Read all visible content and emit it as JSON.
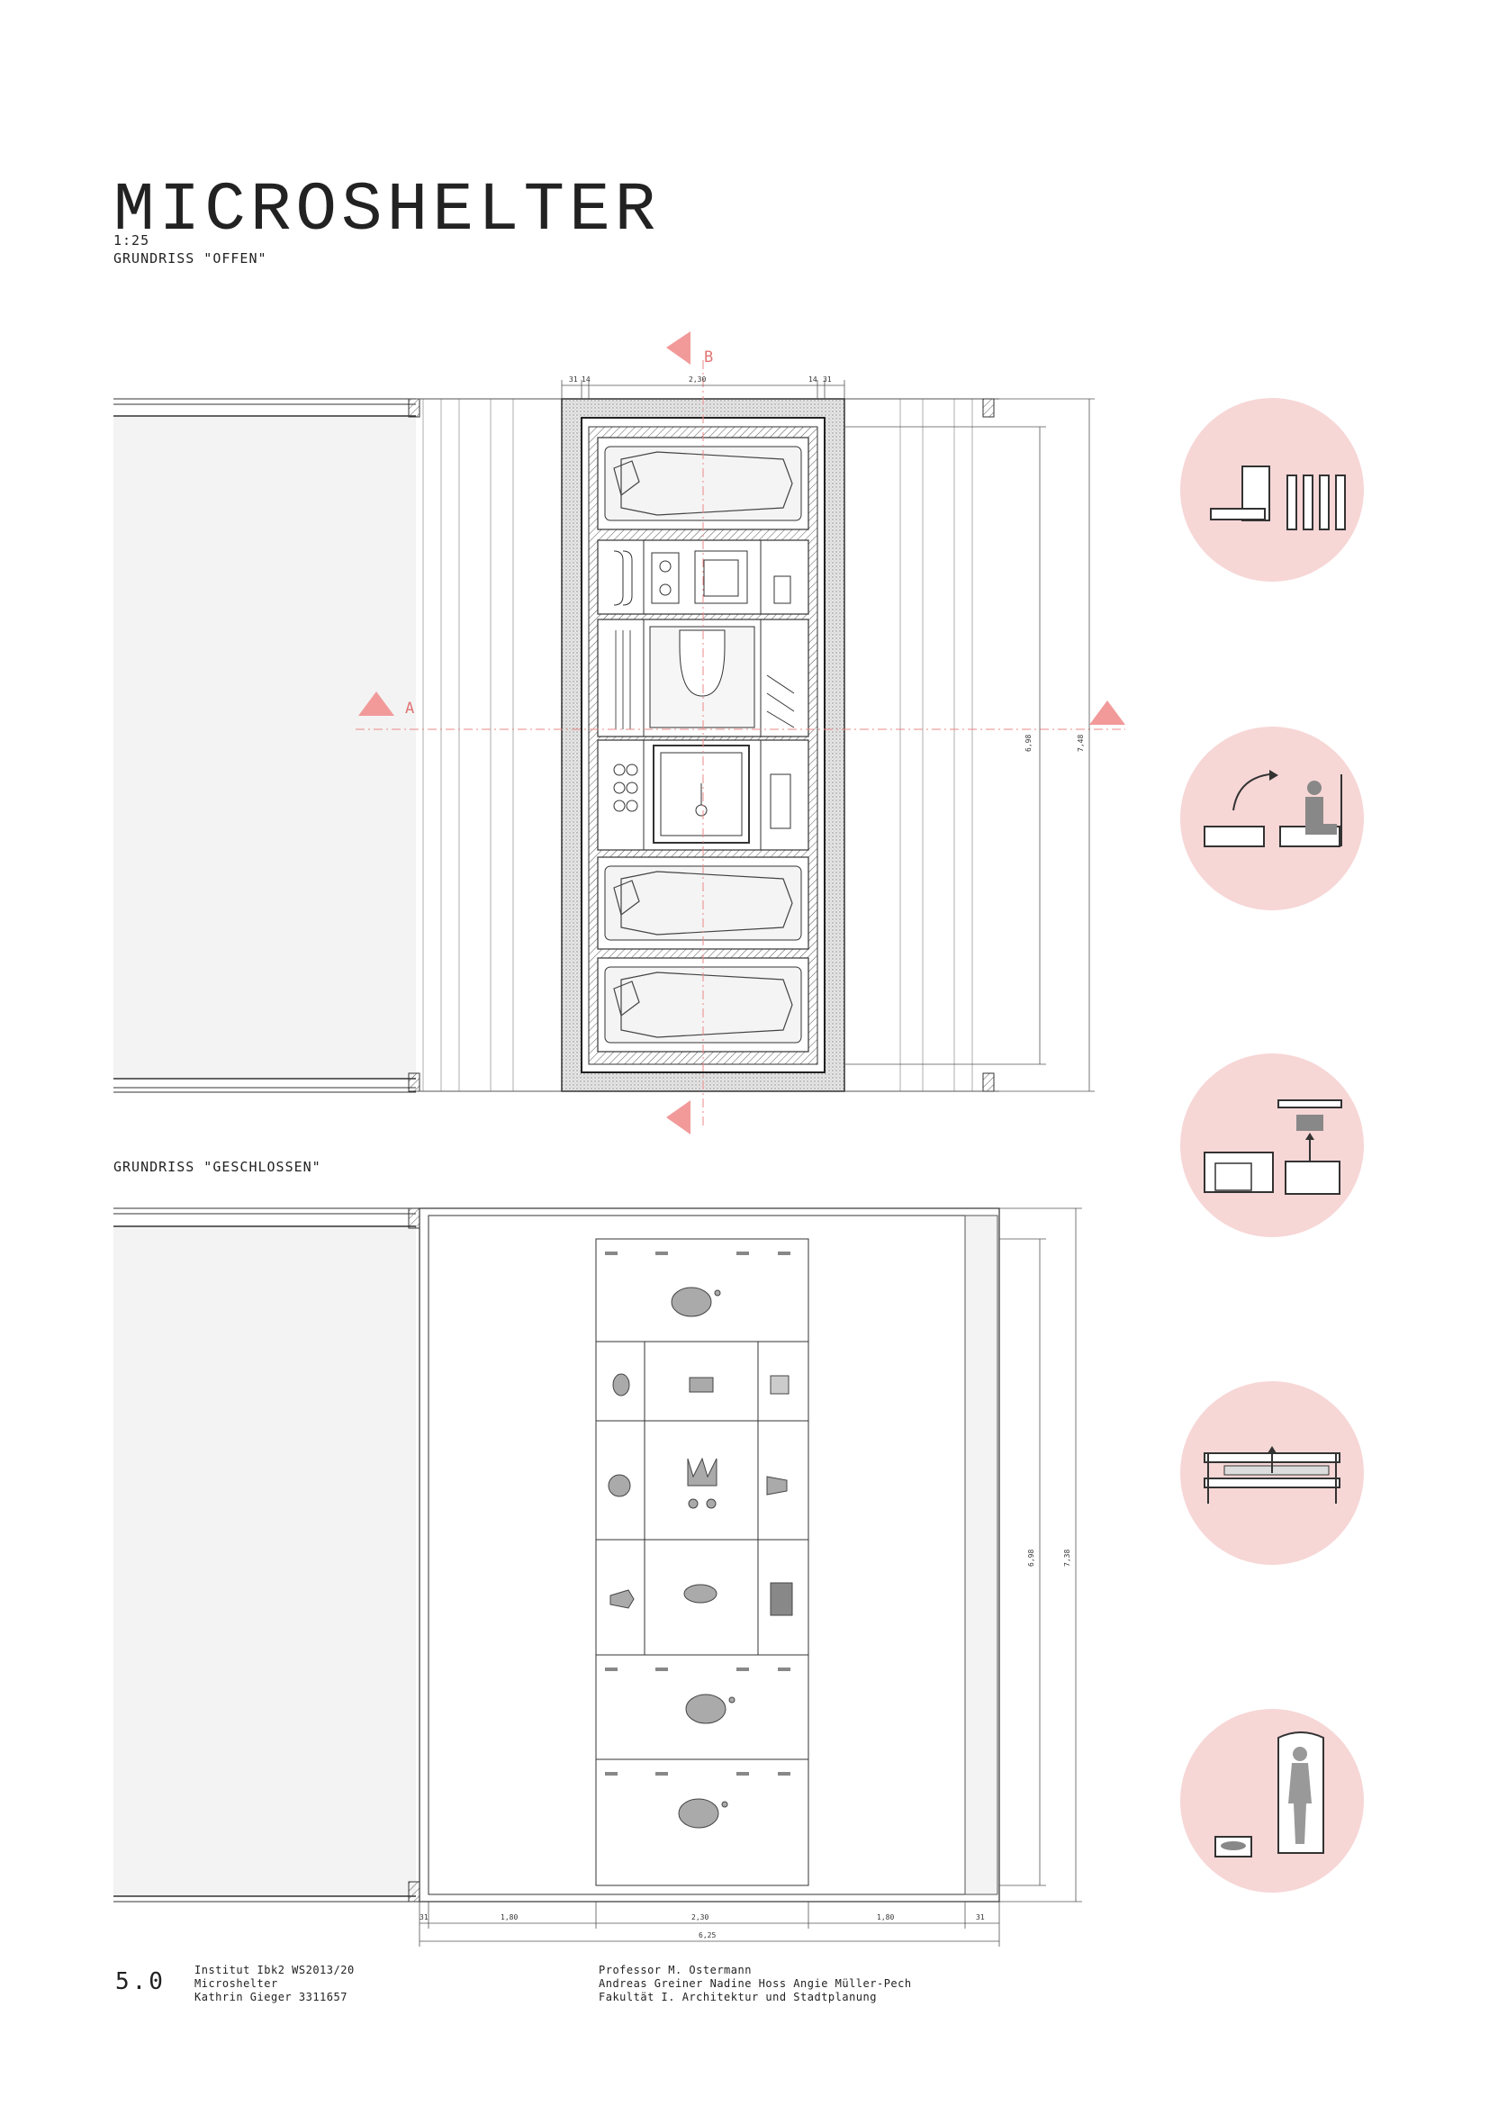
{
  "header": {
    "title": "MICROSHELTER",
    "scale": "1:25",
    "plan_open_label": "GRUNDRISS \"OFFEN\"",
    "plan_closed_label": "GRUNDRISS \"GESCHLOSSEN\""
  },
  "section_markers": {
    "a": "A",
    "b": "B"
  },
  "dimensions_open": {
    "top": [
      "31",
      "14",
      "2,30",
      "14",
      "31"
    ],
    "right_inner": "6,98",
    "right_outer": "7,48"
  },
  "dimensions_closed": {
    "bottom_parts": [
      "31",
      "1,80",
      "2,30",
      "1,80",
      "31"
    ],
    "bottom_total": "6,25",
    "right_inner": "6,98",
    "right_outer": "7,38"
  },
  "icons": [
    "folding-panels-icon",
    "folding-seat-icon",
    "lift-stove-icon",
    "bench-bed-icon",
    "standing-person-icon"
  ],
  "accent_color": "#f7d6d6",
  "marker_color": "#f29a9a",
  "footer": {
    "page_number": "5.0",
    "left_lines": [
      "Institut Ibk2 WS2013/20",
      "Microshelter",
      "Kathrin Gieger 3311657"
    ],
    "right_lines": [
      "Professor M. Ostermann",
      "Andreas Greiner Nadine Hoss Angie Müller-Pech",
      "Fakultät I. Architektur und Stadtplanung"
    ]
  }
}
